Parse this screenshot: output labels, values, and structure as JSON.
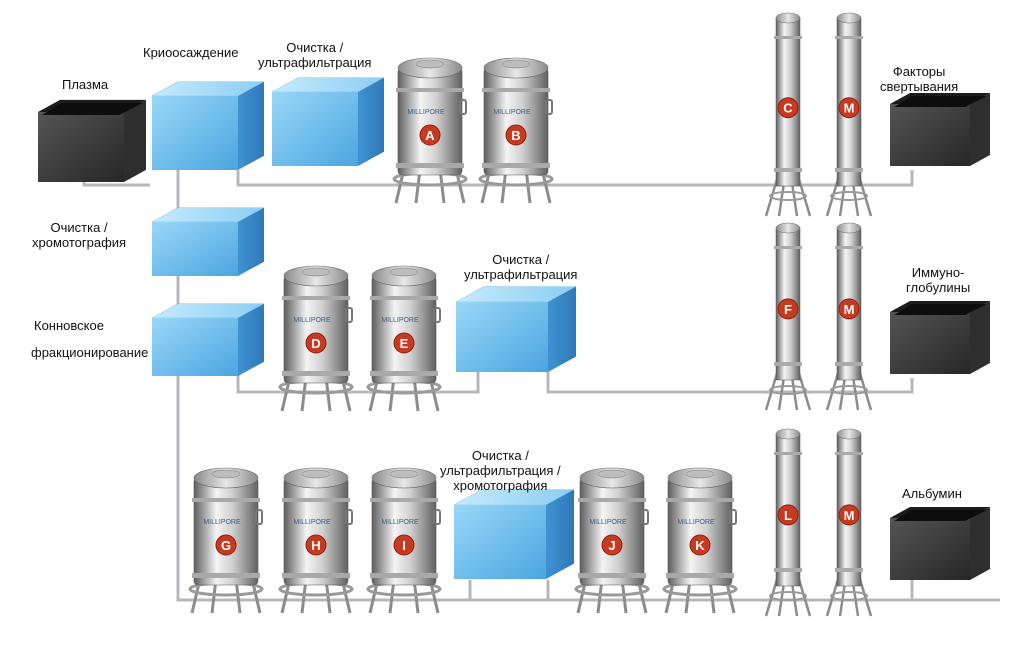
{
  "labels": {
    "plasma": "Плазма",
    "cryo": "Криоосаждение",
    "purif_uf_1": [
      "Очистка /",
      "ультрафильтрация"
    ],
    "coag": [
      "Факторы",
      "свертывания"
    ],
    "purif_chrom": [
      "Очистка /",
      "хромотография"
    ],
    "purif_uf_2": [
      "Очистка /",
      "ультрафильтрация"
    ],
    "immuno": [
      "Иммуно-",
      "глобулины"
    ],
    "cohn_1": "Конновское",
    "cohn_2": "фракционирование",
    "purif_uf_chrom": [
      "Очистка /",
      "ультрафильтрация /",
      "хромотография"
    ],
    "albumin": "Альбумин"
  },
  "tank_letters": [
    "A",
    "B",
    "D",
    "E",
    "G",
    "H",
    "I",
    "J",
    "K"
  ],
  "column_letters": [
    "C",
    "M",
    "F",
    "M",
    "L",
    "M"
  ],
  "brand": "MILLIPORE",
  "colors": {
    "box_light": "#8fd0f4",
    "box_mid": "#5fb3e8",
    "box_dark": "#3b8fd0",
    "steel_light": "#f2f2f2",
    "steel_dark": "#6d6d6d",
    "badge": "#c8321e",
    "pipe": "#b8bcc0",
    "dark_box": "#3a3a3a"
  }
}
